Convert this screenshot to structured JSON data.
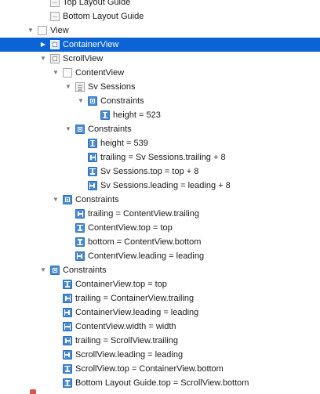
{
  "outline": {
    "rows": [
      {
        "label": "Top Layout Guide",
        "icon": "layout-guide-icon",
        "level": 1,
        "disclosure": "none"
      },
      {
        "label": "Bottom Layout Guide",
        "icon": "layout-guide-icon",
        "level": 1,
        "disclosure": "none"
      },
      {
        "label": "View",
        "icon": "view-icon",
        "level": 0,
        "disclosure": "expanded"
      },
      {
        "label": "ContainerView",
        "icon": "container-view-icon",
        "level": 1,
        "disclosure": "collapsed",
        "selected": true
      },
      {
        "label": "ScrollView",
        "icon": "scroll-view-icon",
        "level": 1,
        "disclosure": "expanded"
      },
      {
        "label": "ContentView",
        "icon": "view-icon",
        "level": 2,
        "disclosure": "expanded"
      },
      {
        "label": "Sv Sessions",
        "icon": "stack-view-icon",
        "level": 3,
        "disclosure": "expanded"
      },
      {
        "label": "Constraints",
        "icon": "constraints-icon",
        "level": 4,
        "disclosure": "expanded"
      },
      {
        "label": "height = 523",
        "icon": "height-constraint-icon",
        "level": 5,
        "disclosure": "none"
      },
      {
        "label": "Constraints",
        "icon": "constraints-icon",
        "level": 3,
        "disclosure": "expanded"
      },
      {
        "label": "height = 539",
        "icon": "height-constraint-icon",
        "level": 4,
        "disclosure": "none"
      },
      {
        "label": "trailing = Sv Sessions.trailing + 8",
        "icon": "trailing-constraint-icon",
        "level": 4,
        "disclosure": "none"
      },
      {
        "label": "Sv Sessions.top = top + 8",
        "icon": "top-constraint-icon",
        "level": 4,
        "disclosure": "none"
      },
      {
        "label": "Sv Sessions.leading = leading + 8",
        "icon": "leading-constraint-icon",
        "level": 4,
        "disclosure": "none"
      },
      {
        "label": "Constraints",
        "icon": "constraints-icon",
        "level": 2,
        "disclosure": "expanded"
      },
      {
        "label": "trailing = ContentView.trailing",
        "icon": "trailing-constraint-icon",
        "level": 3,
        "disclosure": "none"
      },
      {
        "label": "ContentView.top = top",
        "icon": "top-constraint-icon",
        "level": 3,
        "disclosure": "none"
      },
      {
        "label": "bottom = ContentView.bottom",
        "icon": "bottom-constraint-icon",
        "level": 3,
        "disclosure": "none"
      },
      {
        "label": "ContentView.leading = leading",
        "icon": "leading-constraint-icon",
        "level": 3,
        "disclosure": "none"
      },
      {
        "label": "Constraints",
        "icon": "constraints-icon",
        "level": 1,
        "disclosure": "expanded"
      },
      {
        "label": "ContainerView.top = top",
        "icon": "top-constraint-icon",
        "level": 2,
        "disclosure": "none"
      },
      {
        "label": "trailing = ContainerView.trailing",
        "icon": "trailing-constraint-icon",
        "level": 2,
        "disclosure": "none"
      },
      {
        "label": "ContainerView.leading = leading",
        "icon": "leading-constraint-icon",
        "level": 2,
        "disclosure": "none"
      },
      {
        "label": "ContentView.width = width",
        "icon": "width-constraint-icon",
        "level": 2,
        "disclosure": "none"
      },
      {
        "label": "trailing = ScrollView.trailing",
        "icon": "trailing-constraint-icon",
        "level": 2,
        "disclosure": "none"
      },
      {
        "label": "ScrollView.leading = leading",
        "icon": "leading-constraint-icon",
        "level": 2,
        "disclosure": "none"
      },
      {
        "label": "ScrollView.top = ContainerView.bottom",
        "icon": "top-constraint-icon",
        "level": 2,
        "disclosure": "none"
      },
      {
        "label": "Bottom Layout Guide.top = ScrollView.bottom",
        "icon": "bottom-constraint-icon",
        "level": 2,
        "disclosure": "none"
      }
    ]
  },
  "colors": {
    "selection": "#0b63d6",
    "constraint_blue": "#4a8ad0"
  }
}
